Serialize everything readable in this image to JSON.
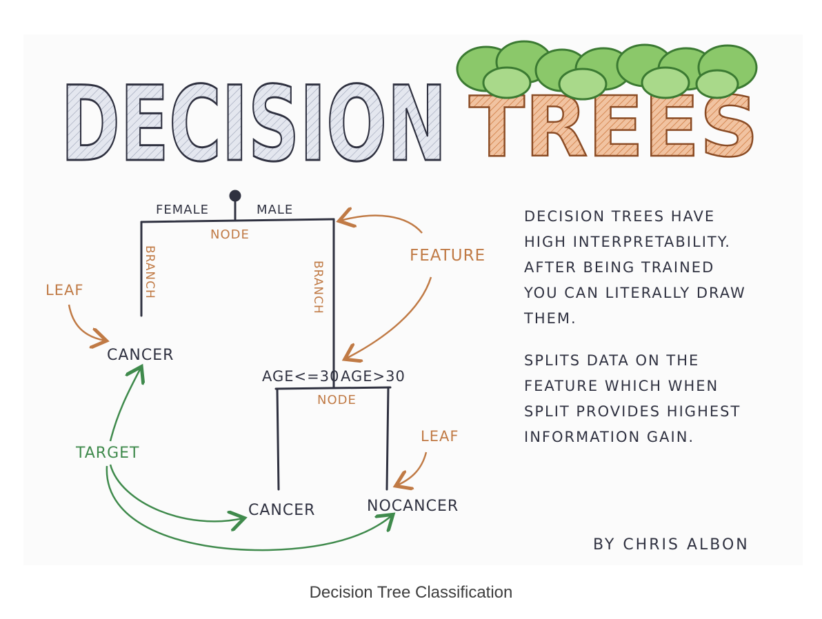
{
  "title": {
    "word1": "DECISION",
    "word2": "TREES"
  },
  "tree": {
    "root_left_label": "FEMALE",
    "root_right_label": "MALE",
    "node_label_1": "NODE",
    "branch_label_left": "BRANCH",
    "branch_label_right": "BRANCH",
    "split2_left_label": "AGE<=30",
    "split2_right_label": "AGE>30",
    "node_label_2": "NODE",
    "leaf_cancer_1": "CANCER",
    "leaf_cancer_2": "CANCER",
    "leaf_nocancer": "NOCANCER"
  },
  "annotations": {
    "leaf_1": "LEAF",
    "leaf_2": "LEAF",
    "feature": "FEATURE",
    "target": "TARGET"
  },
  "notes": {
    "paragraph_1": "DECISION TREES HAVE\nHIGH INTERPRETABILITY.\nAFTER BEING TRAINED\nYOU CAN LITERALLY DRAW\nTHEM.",
    "paragraph_2": "SPLITS DATA ON THE\nFEATURE WHICH WHEN\nSPLIT PROVIDES HIGHEST\nINFORMATION GAIN."
  },
  "byline": "BY CHRIS ALBON",
  "caption": "Decision Tree Classification",
  "colors": {
    "ink": "#2f3140",
    "annotation_orange": "#c07a45",
    "target_green": "#3f8a4c",
    "title_fill": "#e3e6ee",
    "trunk_orange": "#d98a55",
    "leaf_green": "#8bc86a"
  }
}
